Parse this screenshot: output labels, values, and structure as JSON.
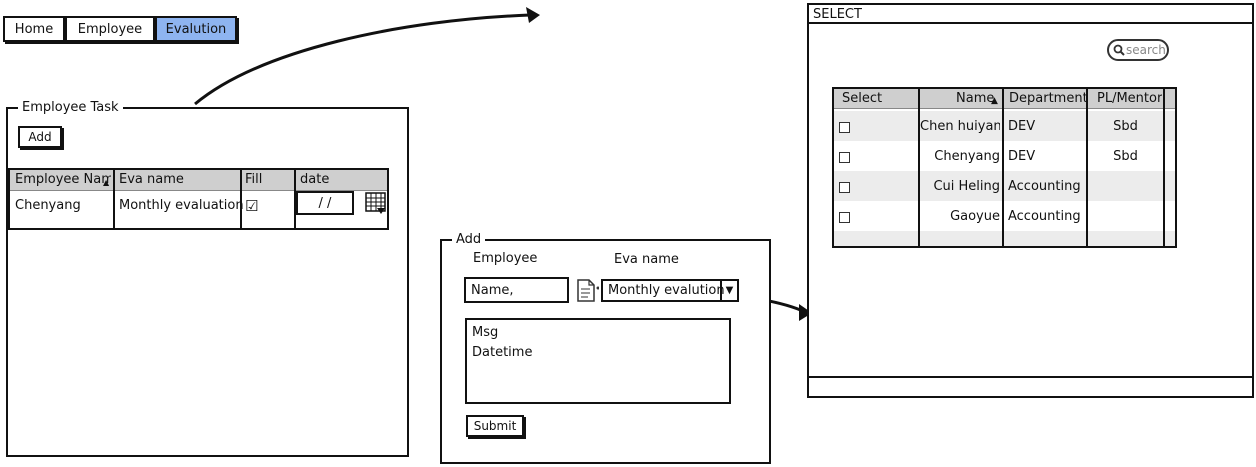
{
  "nav": {
    "tabs": [
      {
        "label": "Home",
        "active": false
      },
      {
        "label": "Employee",
        "active": false
      },
      {
        "label": "Evalution",
        "active": true
      }
    ]
  },
  "employee_task": {
    "legend": "Employee Task",
    "add_label": "Add",
    "columns": [
      "Employee Name",
      "Eva name",
      "Fill",
      "date"
    ],
    "rows": [
      {
        "employee": "Chenyang",
        "eva_name": "Monthly evaluation",
        "fill": true,
        "date": " /  / "
      }
    ]
  },
  "add_form": {
    "legend": "Add",
    "employee_label": "Employee",
    "eva_name_label": "Eva name",
    "name_value": "Name,",
    "eva_select_value": "Monthly evalution",
    "message_lines": [
      "Msg",
      "Datetime"
    ],
    "submit_label": "Submit"
  },
  "select_window": {
    "title": "SELECT",
    "search_placeholder": "search",
    "columns": [
      "Select",
      "Name",
      "Department",
      "PL/Mentor"
    ],
    "rows": [
      {
        "name": "Chen huiyan",
        "department": "DEV",
        "mentor": "Sbd"
      },
      {
        "name": "Chenyang",
        "department": "DEV",
        "mentor": "Sbd"
      },
      {
        "name": "Cui Heling",
        "department": "Accounting",
        "mentor": ""
      },
      {
        "name": "Gaoyue",
        "department": "Accounting",
        "mentor": ""
      }
    ]
  },
  "colors": {
    "active_tab": "#8eb4f0",
    "table_header": "#cfcfcf",
    "row_alt": "#ececec"
  }
}
